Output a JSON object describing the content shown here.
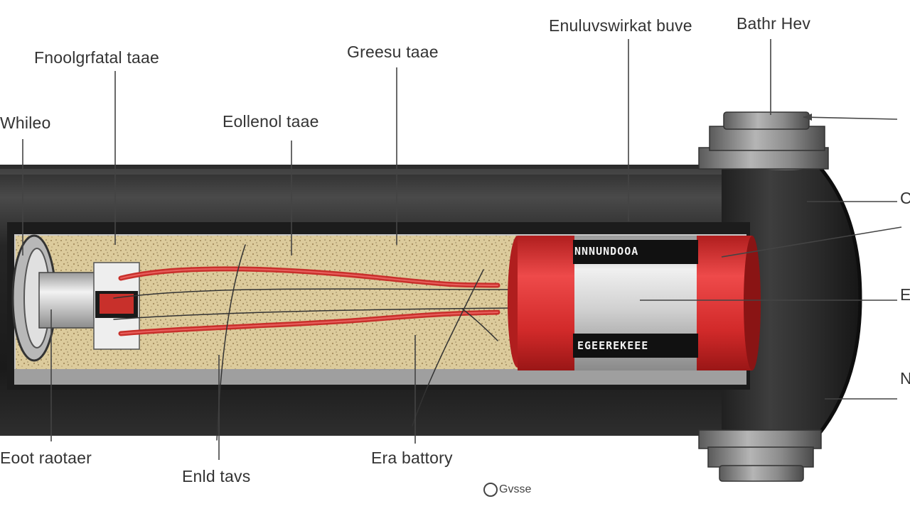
{
  "labels": {
    "top_left": "Fnoolgrfatal taae",
    "top_middle": "Greesu taae",
    "top_right": "Enuluvswirkat buve",
    "top_far_right": "Bathr Hev",
    "left_upper": "Whileo",
    "middle_inner": "Eollenol taae",
    "bottom_left": "Eoot raotaer",
    "bottom_middle_left": "Enld tavs",
    "bottom_middle": "Era battory",
    "right_1": "C",
    "right_2": "E",
    "right_3": "N"
  },
  "battery": {
    "band_top": "NNNUNDOOA",
    "band_bottom": "EGEEREKEEE"
  },
  "footer": {
    "mark": "Gvsse"
  },
  "colors": {
    "pipe_dark": "#1e1e1e",
    "pipe_mid": "#3a3a3a",
    "fill_sand": "#d8c79a",
    "battery_red": "#d62f2f",
    "battery_silver": "#d9d9d9",
    "wire_red": "#c8302b",
    "leader": "#444444"
  }
}
